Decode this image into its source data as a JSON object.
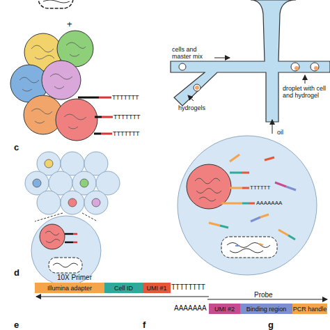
{
  "diagram": {
    "nodes": [
      {
        "text": [
          "Illumina adapter"
        ]
      },
      {
        "text": [
          "Cell ID"
        ]
      },
      {
        "text": [
          "UMI #1"
        ]
      },
      {
        "text": [
          "UMI #2"
        ]
      },
      {
        "text": [
          "Binding region"
        ]
      },
      {
        "text": [
          "PCR handle"
        ]
      }
    ],
    "labels": [
      "+",
      "TTTTTTT",
      "TTTTTTT",
      "TTTTTTT",
      "cells and master mix",
      "hydrogels",
      "oil",
      "droplet with cell and hydrogel",
      "c",
      "TTTTTT",
      "AAAAAAA",
      "d",
      "10X Primer",
      "TTTTTTTT",
      "AAAAAAA",
      "Probe",
      "e",
      "f",
      "g"
    ]
  }
}
